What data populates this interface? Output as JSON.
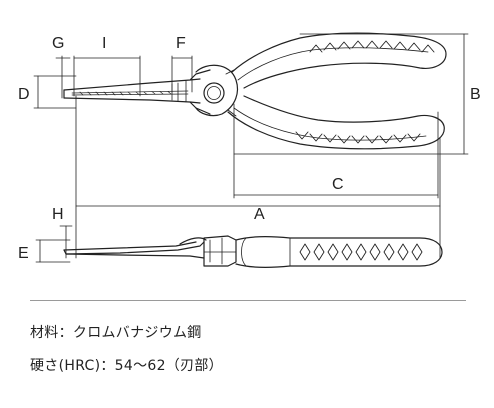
{
  "dimensions": {
    "a": "A",
    "b": "B",
    "c": "C",
    "d": "D",
    "e": "E",
    "f": "F",
    "g": "G",
    "h": "H",
    "i": "I"
  },
  "specs": {
    "material": "材料：クロムバナジウム鋼",
    "hardness": "硬さ(HRC)：54〜62（刃部）"
  },
  "colors": {
    "line": "#222222"
  }
}
